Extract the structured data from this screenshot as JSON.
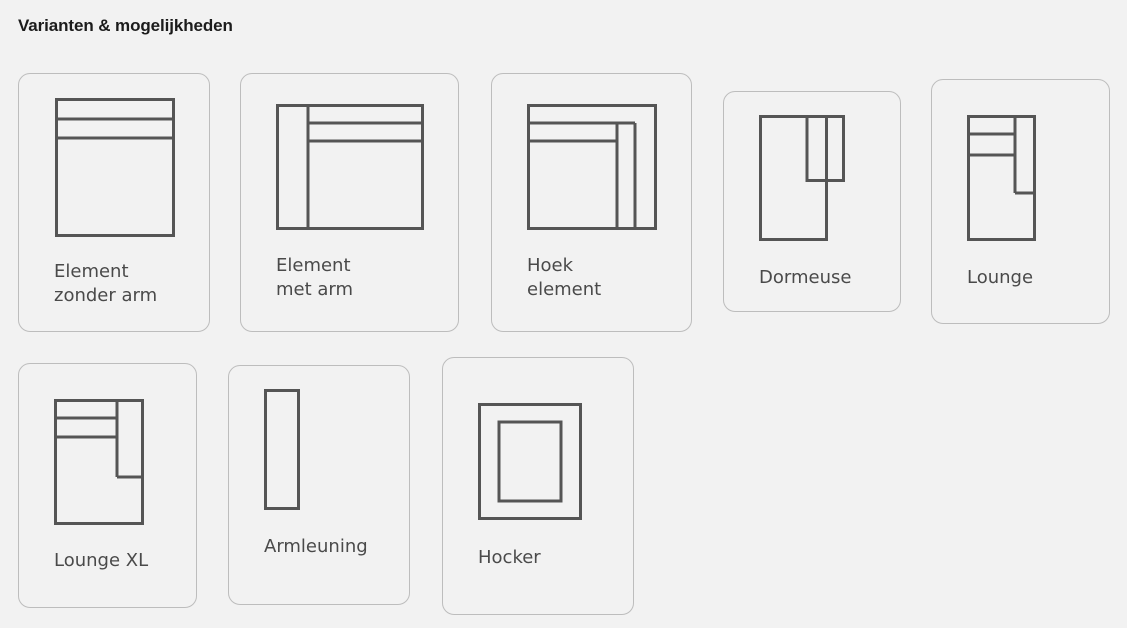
{
  "section": {
    "title": "Varianten & mogelijkheden"
  },
  "variants": [
    {
      "label_lines": [
        "Element",
        "zonder arm"
      ],
      "icon": "sofa-element-no-arm-icon"
    },
    {
      "label_lines": [
        "Element",
        "met arm"
      ],
      "icon": "sofa-element-with-arm-icon"
    },
    {
      "label_lines": [
        "Hoek",
        "element"
      ],
      "icon": "corner-element-icon"
    },
    {
      "label_lines": [
        "Dormeuse"
      ],
      "icon": "dormeuse-icon"
    },
    {
      "label_lines": [
        "Lounge"
      ],
      "icon": "lounge-icon"
    },
    {
      "label_lines": [
        "Lounge XL"
      ],
      "icon": "lounge-xl-icon"
    },
    {
      "label_lines": [
        "Armleuning"
      ],
      "icon": "armrest-icon"
    },
    {
      "label_lines": [
        "Hocker"
      ],
      "icon": "hocker-icon"
    }
  ],
  "colors": {
    "background": "#f2f2f2",
    "card_border": "#bdbdbd",
    "icon_stroke": "#555555",
    "label_text": "#4a4a4a",
    "title_text": "#1c1c1c"
  }
}
